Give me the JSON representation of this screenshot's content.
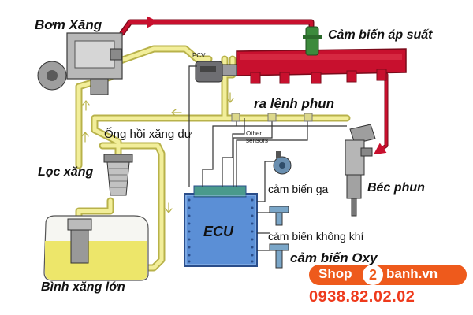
{
  "labels": {
    "pump": "Bơm Xăng",
    "pressure_sensor": "Cảm biến áp suất",
    "pcv": "PCV",
    "injection_command": "ra lệnh phun",
    "return_line": "Ống hồi xăng dư",
    "other_sensors": "Other sensors",
    "filter": "Lọc xăng",
    "throttle_sensor": "cảm biến ga",
    "injector": "Béc phun",
    "ecu": "ECU",
    "air_sensor": "cảm biến không khí",
    "oxygen_sensor": "cảm biến Oxy",
    "tank": "Bình xăng lớn"
  },
  "watermark": {
    "shop": "Shop",
    "two": "2",
    "domain": "banh.vn",
    "phone": "0938.82.02.02"
  },
  "colors": {
    "high_pressure": "#c8102e",
    "low_pressure": "#f2ee9a",
    "low_pressure_edge": "#b8b24a",
    "ecu_fill": "#5b8fd6",
    "fuel": "#ede66a",
    "accent": "#ee5a1c"
  }
}
